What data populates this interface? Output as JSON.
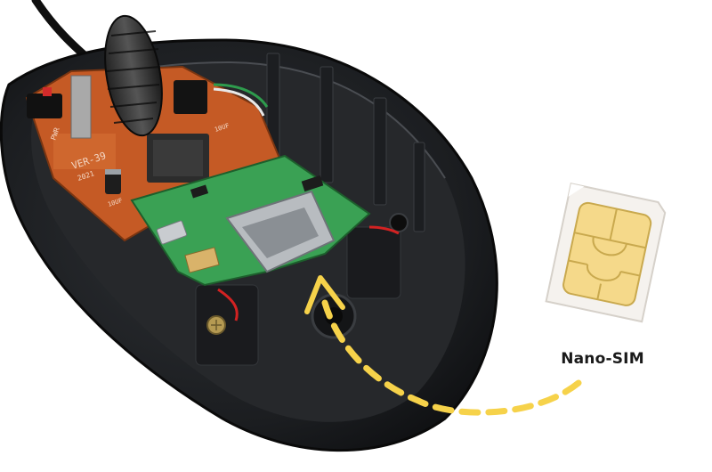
{
  "photo": {
    "subject": "mouse-gps-tracker",
    "board_marking": "VER-39",
    "board_year": "2021",
    "cap_label_left": "10UF",
    "cap_label_right": "10UF",
    "board_tag": "PWR"
  },
  "sim_card": {
    "caption": "Nano-SIM",
    "card_color": "#f5f2ee",
    "chip_color": "#f5d98a"
  },
  "arrow": {
    "color": "#f6d24a"
  }
}
